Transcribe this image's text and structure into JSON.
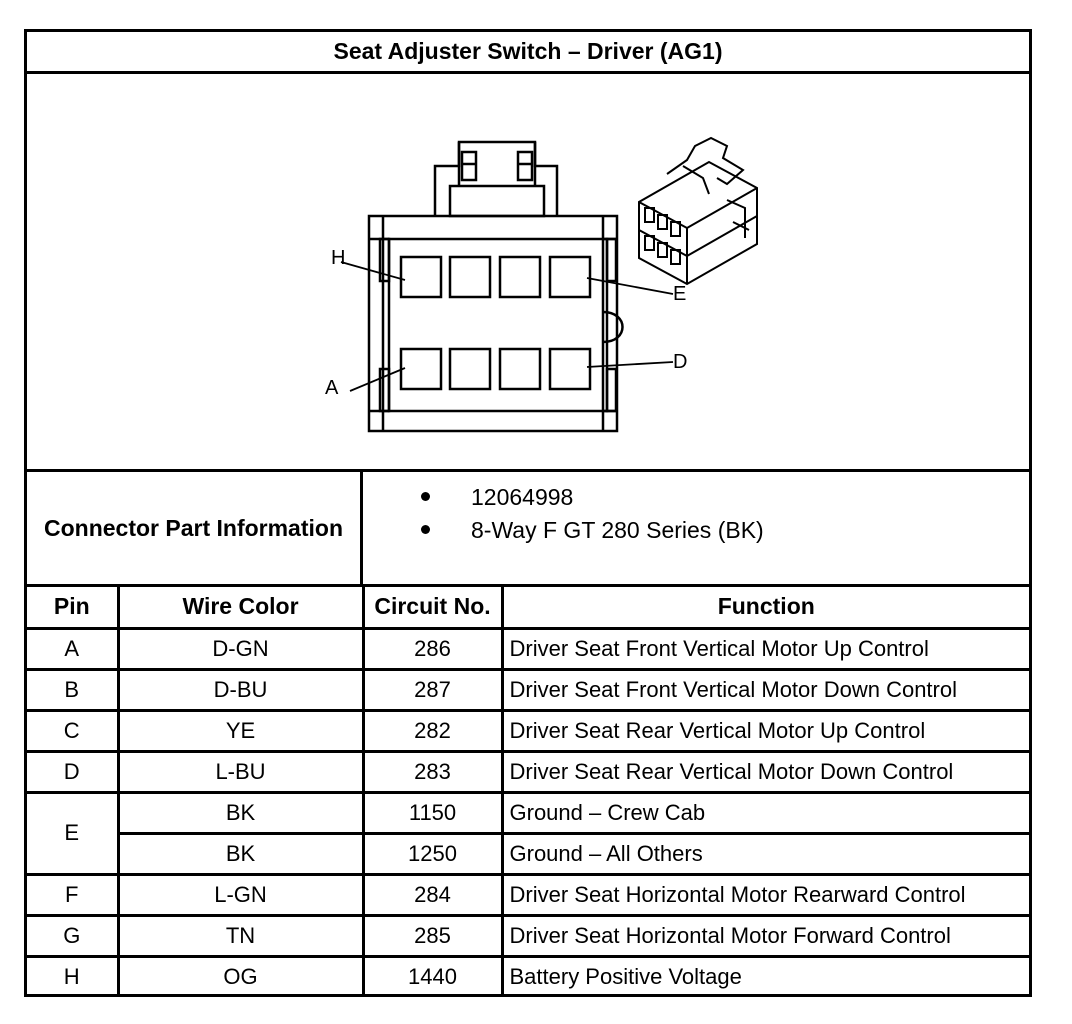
{
  "title": "Seat Adjuster Switch – Driver (AG1)",
  "connector": {
    "label": "Connector Part Information",
    "items": [
      "12064998",
      "8-Way F GT 280 Series (BK)"
    ]
  },
  "diagram": {
    "pin_labels": {
      "h": "H",
      "e": "E",
      "a": "A",
      "d": "D"
    }
  },
  "table": {
    "headers": {
      "pin": "Pin",
      "wire_color": "Wire Color",
      "circuit": "Circuit No.",
      "function": "Function"
    },
    "rows": [
      {
        "pin": "A",
        "wire": "D-GN",
        "circuit": "286",
        "function": "Driver Seat Front Vertical Motor Up Control"
      },
      {
        "pin": "B",
        "wire": "D-BU",
        "circuit": "287",
        "function": "Driver Seat Front Vertical Motor Down Control"
      },
      {
        "pin": "C",
        "wire": "YE",
        "circuit": "282",
        "function": "Driver Seat Rear Vertical Motor Up Control"
      },
      {
        "pin": "D",
        "wire": "L-BU",
        "circuit": "283",
        "function": "Driver Seat Rear Vertical Motor Down Control"
      },
      {
        "pin": "E",
        "wire": "BK",
        "circuit": "1150",
        "function": "Ground – Crew Cab"
      },
      {
        "pin": "",
        "wire": "BK",
        "circuit": "1250",
        "function": "Ground – All Others"
      },
      {
        "pin": "F",
        "wire": "L-GN",
        "circuit": "284",
        "function": "Driver Seat Horizontal Motor Rearward Control"
      },
      {
        "pin": "G",
        "wire": "TN",
        "circuit": "285",
        "function": "Driver Seat Horizontal Motor Forward Control"
      },
      {
        "pin": "H",
        "wire": "OG",
        "circuit": "1440",
        "function": "Battery Positive Voltage"
      }
    ]
  }
}
